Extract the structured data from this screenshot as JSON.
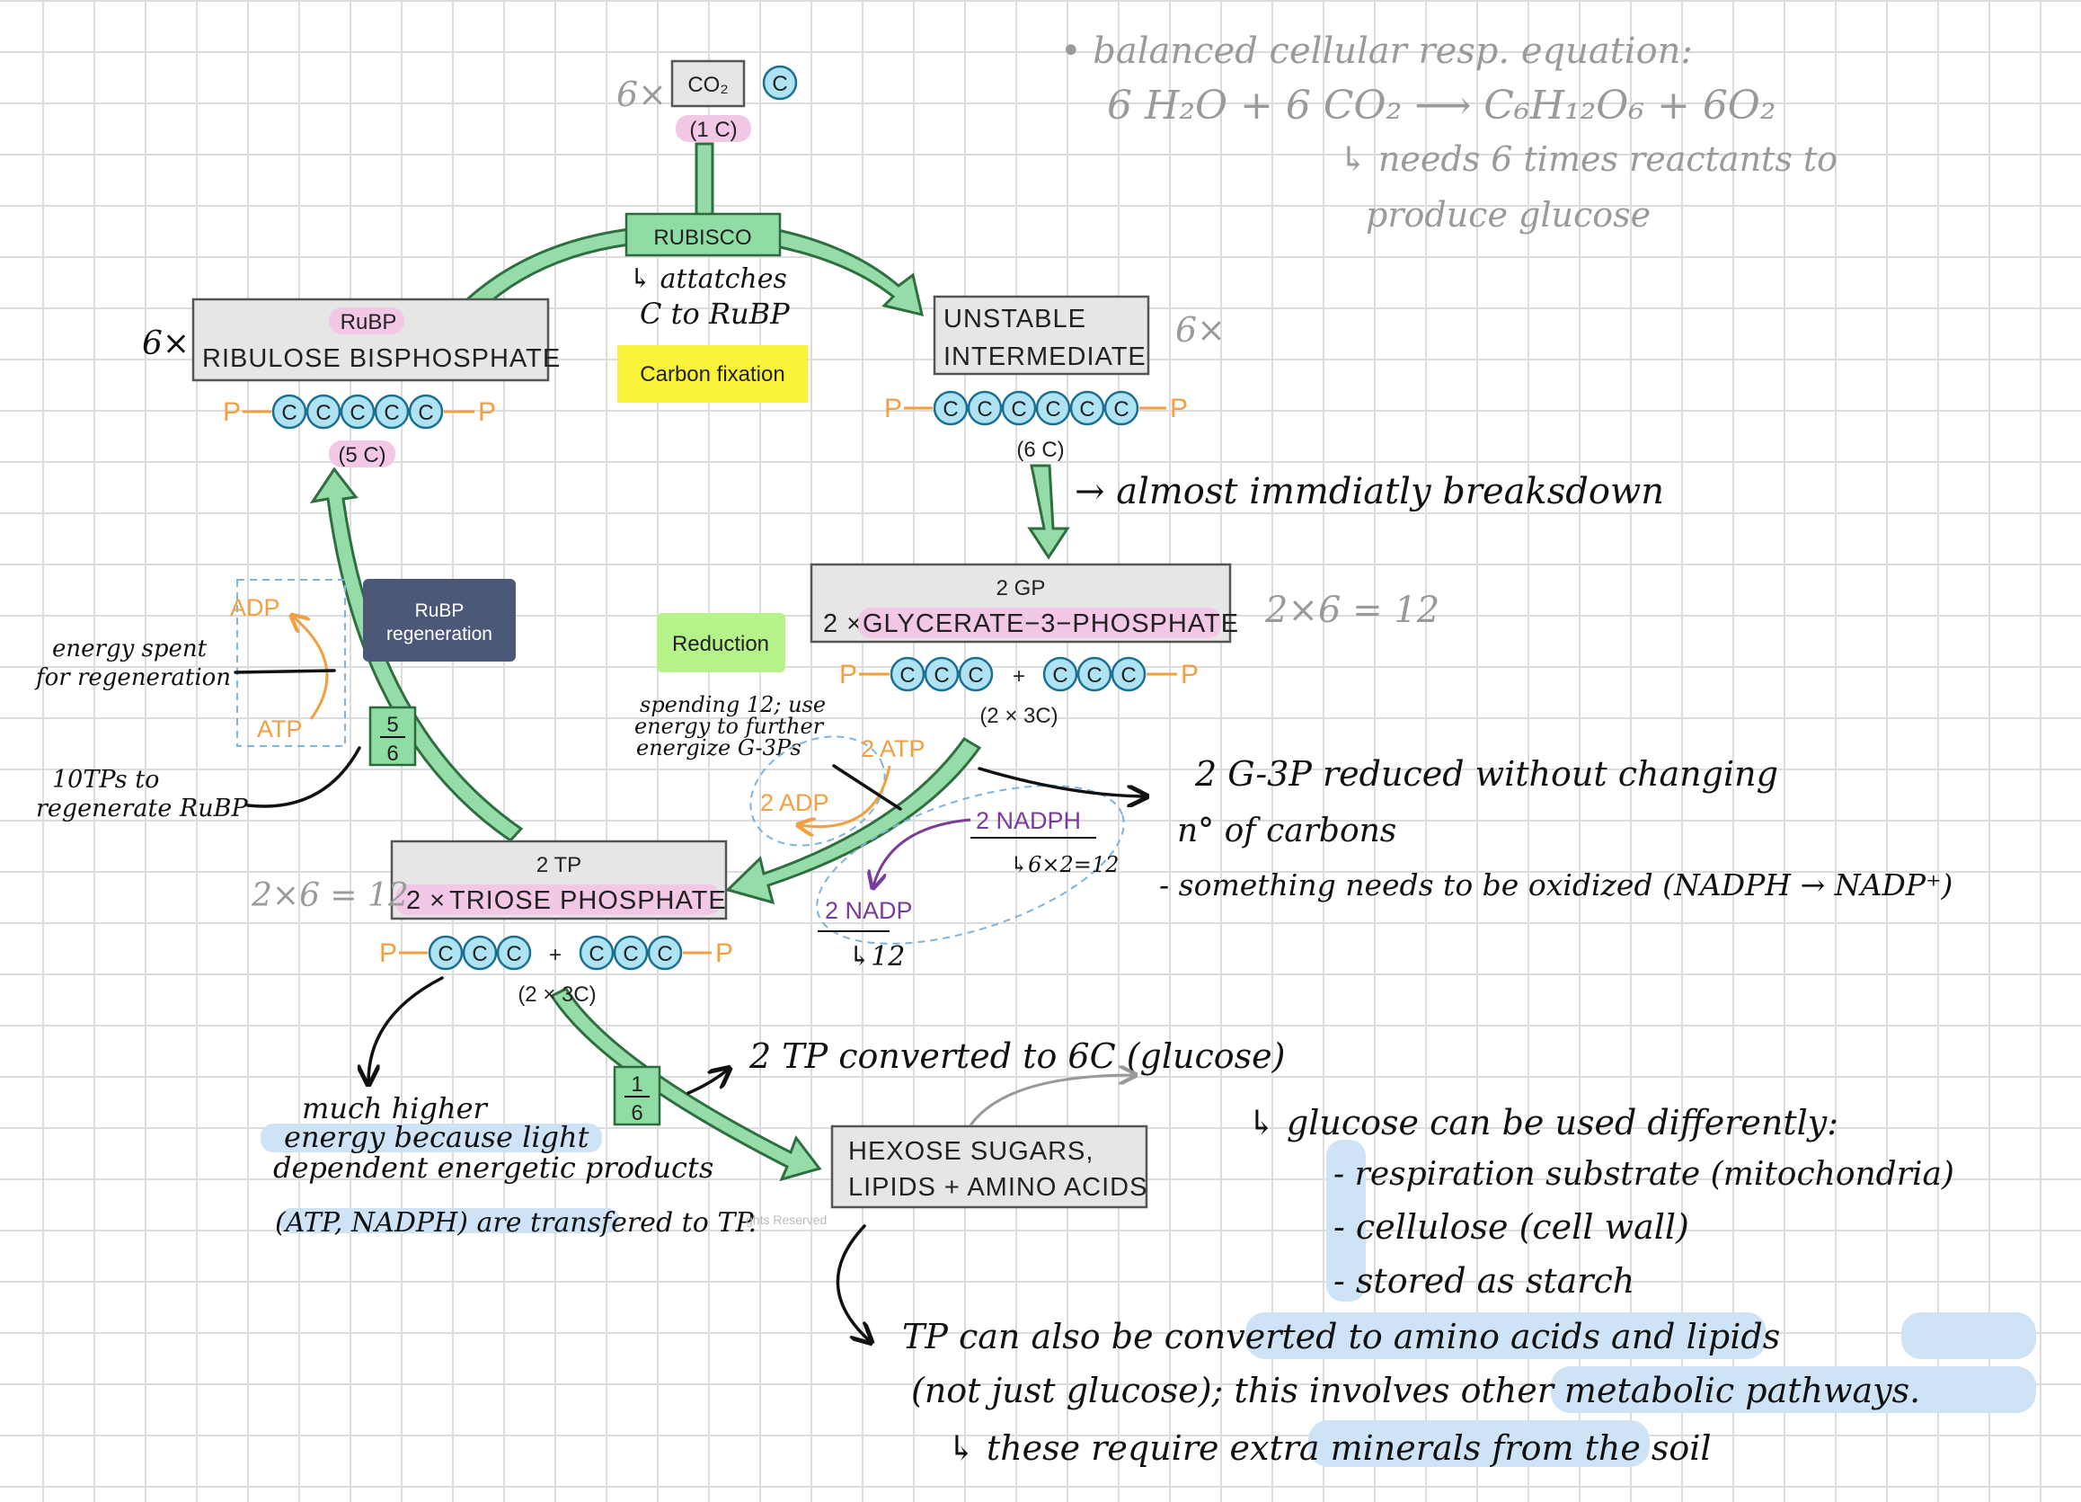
{
  "co2": {
    "prefix": "6×",
    "label": "CO₂",
    "symbol": "C",
    "count": "(1 C)"
  },
  "rubisco": {
    "label": "RUBISCO",
    "note_line1": "↳ attatches",
    "note_line2": "C  to RuBP"
  },
  "carbon_fixation": {
    "label": "Carbon fixation",
    "color": "#fbf23a"
  },
  "rubp": {
    "prefix": "6×",
    "abbr": "RuBP",
    "name": "RIBULOSE  BISPHOSPHATE",
    "count": "(5 C)"
  },
  "unstable": {
    "line1": "UNSTABLE",
    "line2": "INTERMEDIATE",
    "suffix": "6×",
    "count": "(6 C)"
  },
  "breakdown_note": "→ almost immdiatly breaksdown",
  "gp": {
    "line1": "2 GP",
    "prefix": "2 ×",
    "name": "GLYCERATE−3−PHOSPHATE",
    "count": "(2 × 3C)",
    "calc": "2×6 = 12"
  },
  "reduction": {
    "label": "Reduction",
    "color": "#b6f28a"
  },
  "rubp_regen": {
    "line1": "RuBP",
    "line2": "regeneration",
    "color": "#4b5878"
  },
  "atp_regen": {
    "adp": "ADP",
    "atp": "ATP",
    "note_line1": "energy spent",
    "note_line2": "for regeneration"
  },
  "fraction_five_sixths": {
    "num": "5",
    "den": "6"
  },
  "fraction_one_sixth": {
    "num": "1",
    "den": "6"
  },
  "tp_regen_note": {
    "line1": "10TPs to",
    "line2": "regenerate RuBP"
  },
  "reduction_inputs": {
    "atp": "2 ATP",
    "adp": "2 ADP",
    "nadph": "2 NADPH",
    "nadp": "2 NADP",
    "nadph_note": "↳6×2=12",
    "nadp_note": "↳12",
    "spending_note_1": "spending 12; use",
    "spending_note_2": "energy to further",
    "spending_note_3": "energize G-3Ps"
  },
  "tp": {
    "line1": "2 TP",
    "prefix": "2 ×",
    "name": "TRIOSE  PHOSPHATE",
    "count": "(2 × 3C)",
    "calc": "2×6 = 12"
  },
  "reduced_note": {
    "line1": "2  G-3P  reduced  without  changing",
    "line2": "n° of  carbons",
    "line3": "- something needs to be oxidized (NADPH → NADP⁺)"
  },
  "hexose": {
    "line1": "HEXOSE  SUGARS,",
    "line2": "LIPIDS + AMINO  ACIDS"
  },
  "converted_note": "2 TP  converted  to  6C  (glucose)",
  "energy_note": {
    "line1": "much  higher",
    "line2": "energy  because light",
    "line3": "dependent energetic products",
    "line4": "(ATP, NADPH) are transfered to TP."
  },
  "glucose_uses": {
    "heading": "↳ glucose  can be  used  differently:",
    "items": [
      "- respiration  substrate (mitochondria)",
      "- cellulose  (cell  wall)",
      "- stored  as  starch"
    ]
  },
  "tp_other_note": {
    "line1": "TP  can  also  be  converted  to  amino acids  and  lipids",
    "line2": "(not  just  glucose); this  involves  other  metabolic  pathways.",
    "line3": "↳  these  require  extra  minerals  from  the  soil"
  },
  "equation_note": {
    "line1": "• balanced  cellular  resp. equation:",
    "line2": "6 H₂O  +  6 CO₂   ⟶   C₆H₁₂O₆ + 6O₂",
    "line3": "↳ needs 6 times reactants to",
    "line4": "produce glucose"
  },
  "phosphate_label": "P",
  "carbon_symbol": "C",
  "plus": "+",
  "copyright": "ghts Reserved"
}
